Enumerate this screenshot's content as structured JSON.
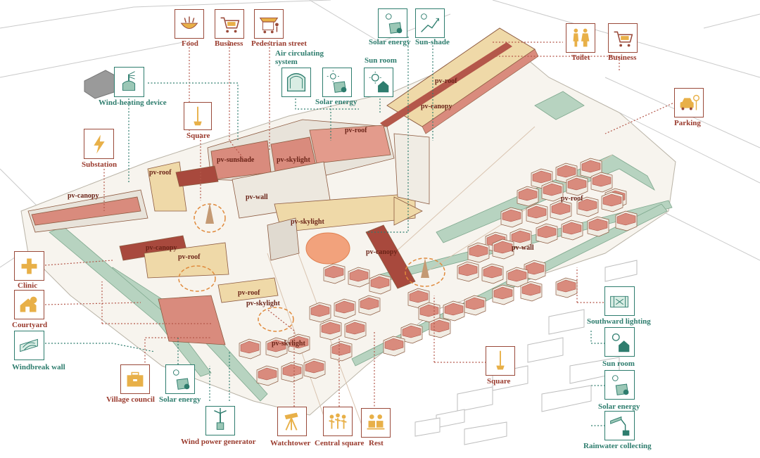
{
  "colors": {
    "accent_red": "#9a3b2e",
    "accent_green": "#2e7d6e",
    "roof_tan": "#efd9a8",
    "brick": "#d98b7d",
    "green_belt": "#b7d3c0"
  },
  "callouts_top": {
    "food": "Food",
    "business_top": "Business",
    "pedestrian_street": "Pedestrian street",
    "air_circulating_system": "Air circulating\nsystem",
    "solar_energy_top": "Solar energy",
    "sun_shade": "Sun-shade",
    "toilet": "Toilet",
    "business_right": "Business",
    "sun_room_top": "Sun room",
    "solar_energy_mid": "Solar energy"
  },
  "callouts_left": {
    "wind_heating_device": "Wind-heating device",
    "substation": "Substation",
    "square_left": "Square",
    "clinic": "Clinic",
    "courtyard": "Courtyard",
    "windbreak_wall": "Windbreak wall"
  },
  "callouts_right": {
    "parking": "Parking",
    "southward_lighting": "Southward lighting",
    "sun_room_right": "Sun room",
    "solar_energy_right": "Solar energy",
    "rainwater_collecting": "Rainwater collecting"
  },
  "callouts_bottom": {
    "village_council": "Village council",
    "solar_energy_bottom": "Solar energy",
    "wind_power_generator": "Wind power generator",
    "watchtower": "Watchtower",
    "central_square": "Central square",
    "rest": "Rest",
    "square_bottom": "Square"
  },
  "building_tags": {
    "pv_roof_top": "pv-roof",
    "pv_canopy_top": "pv-canopy",
    "pv_roof_upper": "pv-roof",
    "pv_sunshade": "pv-sunshade",
    "pv_skylight_upper": "pv-skylight",
    "pv_roof_left": "pv-roof",
    "pv_canopy_left": "pv-canopy",
    "pv_wall_left": "pv-wall",
    "pv_skylight_center": "pv-skylight",
    "pv_canopy_mid": "pv-canopy",
    "pv_roof_mid": "pv-roof",
    "pv_canopy_center": "pv-canopy",
    "pv_roof_right": "pv-roof",
    "pv_wall_right": "pv-wall",
    "pv_roof_lower": "pv-roof",
    "pv_skylight_lower": "pv-skylight",
    "pv_skylight_bottom": "pv-skylight"
  }
}
